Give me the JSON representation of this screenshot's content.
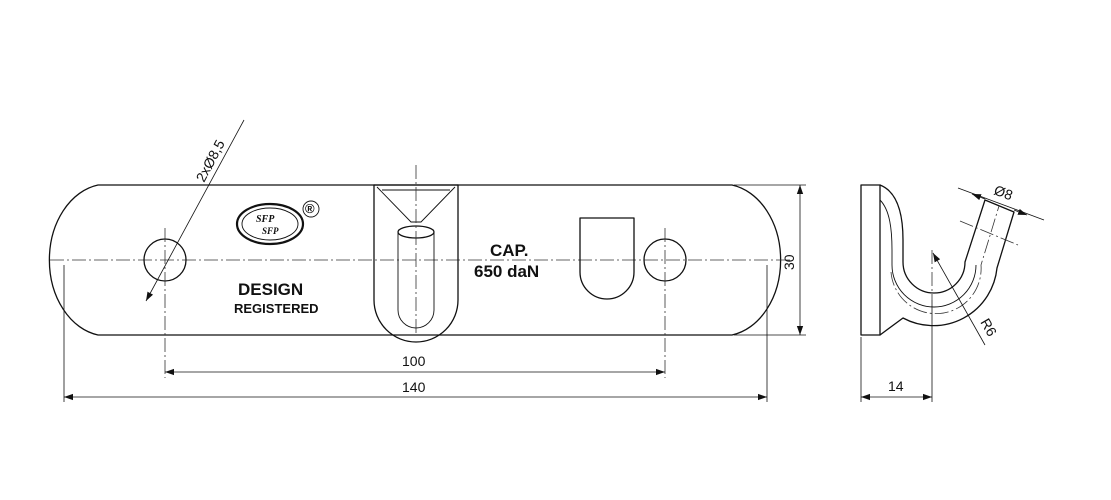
{
  "drawing": {
    "dimensions": {
      "length_total": "140",
      "hole_spacing": "100",
      "height": "30",
      "hook_depth": "14",
      "holes": "2xØ8,5",
      "wire_diameter": "Ø8",
      "bend_radius": "R6"
    },
    "plate_text": {
      "capacity_line1": "CAP.",
      "capacity_line2": "650 daN",
      "design_line1": "DESIGN",
      "design_line2": "REGISTERED"
    },
    "logo": {
      "text": "SFP",
      "registered_mark": "®"
    }
  }
}
